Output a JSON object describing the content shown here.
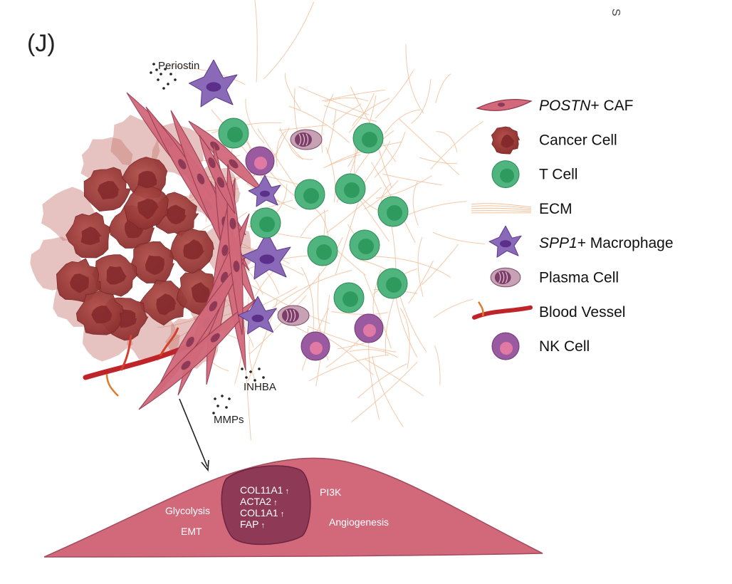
{
  "panel": {
    "label": "(J)",
    "corner_fragment": "S"
  },
  "labels": {
    "periostin": "Periostin",
    "inhba": "INHBA",
    "mmps": "MMPs"
  },
  "legend": {
    "items": [
      {
        "id": "postn-caf",
        "italic": "POSTN",
        "text": "+ CAF",
        "icon": "spindle-fibroblast-icon",
        "color": "#c95a6e"
      },
      {
        "id": "cancer-cell",
        "italic": "",
        "text": "Cancer Cell",
        "icon": "cancer-cell-icon",
        "color": "#9e3b3b"
      },
      {
        "id": "t-cell",
        "italic": "",
        "text": "T Cell",
        "icon": "t-cell-icon",
        "color": "#4fb47e"
      },
      {
        "id": "ecm",
        "italic": "",
        "text": "ECM",
        "icon": "ecm-fiber-icon",
        "color": "#f0b58a"
      },
      {
        "id": "macrophage",
        "italic": "SPP1",
        "text": "+ Macrophage",
        "icon": "macrophage-icon",
        "color": "#7a5aa8"
      },
      {
        "id": "plasma-cell",
        "italic": "",
        "text": "Plasma Cell",
        "icon": "plasma-cell-icon",
        "color": "#a77a93"
      },
      {
        "id": "blood-vessel",
        "italic": "",
        "text": "Blood Vessel",
        "icon": "blood-vessel-icon",
        "color": "#c0242b"
      },
      {
        "id": "nk-cell",
        "italic": "",
        "text": "NK Cell",
        "icon": "nk-cell-icon",
        "color": "#9a5aa0"
      }
    ]
  },
  "caf_detail": {
    "pathways_left": [
      "Glycolysis",
      "EMT"
    ],
    "pathways_right": [
      "PI3K",
      "Angiogenesis"
    ],
    "genes": [
      {
        "name": "COL11A1",
        "arrow": "↑"
      },
      {
        "name": "ACTA2",
        "arrow": "↑"
      },
      {
        "name": "COL1A1",
        "arrow": "↑"
      },
      {
        "name": "FAP",
        "arrow": "↑"
      }
    ]
  },
  "colors": {
    "fibroblast": "#d1697b",
    "fibroblast_dark": "#8f2f44",
    "nucleus": "#8e3a57",
    "cancer": "#a23f3c",
    "tcell": "#4fb47e",
    "tcell_core": "#2e9a5e",
    "nk": "#9a5aa0",
    "nk_core": "#e07aa5",
    "macrophage": "#8a6ab8",
    "ecm": "#f2c09a",
    "vessel": "#c0242b"
  }
}
